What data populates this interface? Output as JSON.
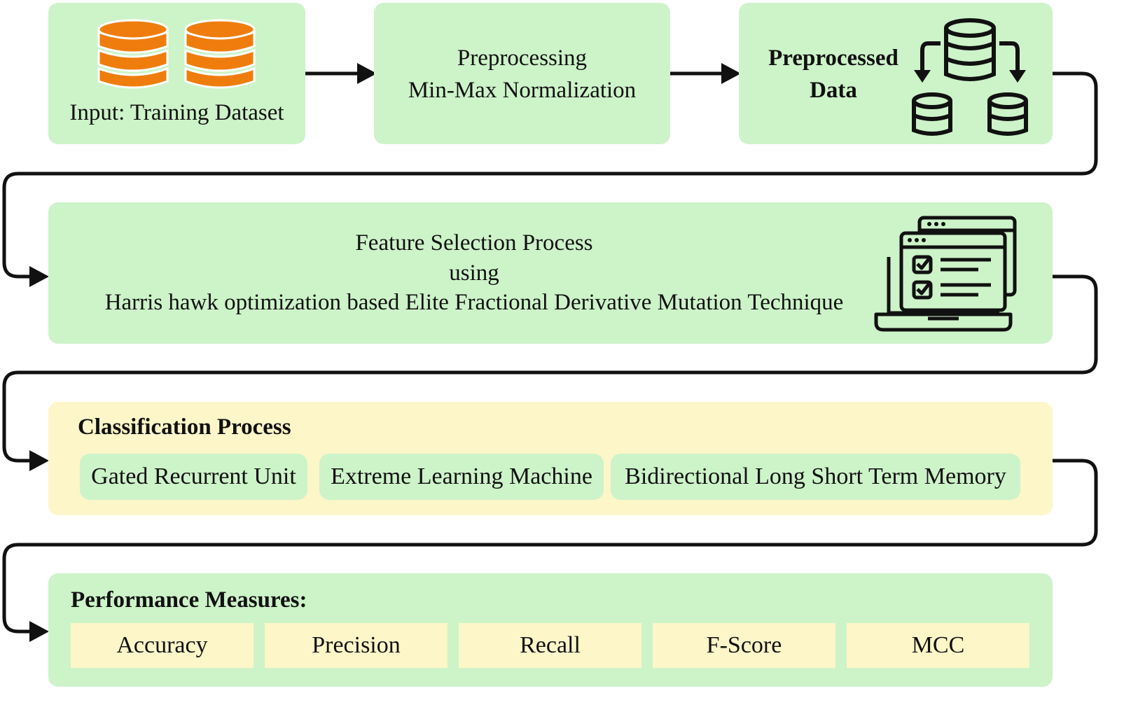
{
  "input_box": {
    "label": "Input: Training Dataset",
    "icon": "orange-database-icon"
  },
  "preprocessing_box": {
    "line1": "Preprocessing",
    "line2": "Min-Max Normalization"
  },
  "preprocessed_box": {
    "line1": "Preprocessed",
    "line2": "Data",
    "icon": "database-distribution-icon"
  },
  "feature_box": {
    "line1": "Feature Selection Process",
    "line2": "using",
    "line3": "Harris hawk optimization based Elite Fractional Derivative Mutation Technique",
    "icon": "laptop-checklist-icon"
  },
  "classification_box": {
    "title": "Classification Process",
    "models": [
      "Gated Recurrent Unit",
      "Extreme Learning Machine",
      "Bidirectional Long Short Term Memory"
    ]
  },
  "performance_box": {
    "title": "Performance Measures:",
    "metrics": [
      "Accuracy",
      "Precision",
      "Recall",
      "F-Score",
      "MCC"
    ]
  },
  "colors": {
    "green_box": "#cdf3c9",
    "yellow_box": "#fdf6c8",
    "database_orange": "#ef7d0d",
    "arrow": "#111111"
  }
}
